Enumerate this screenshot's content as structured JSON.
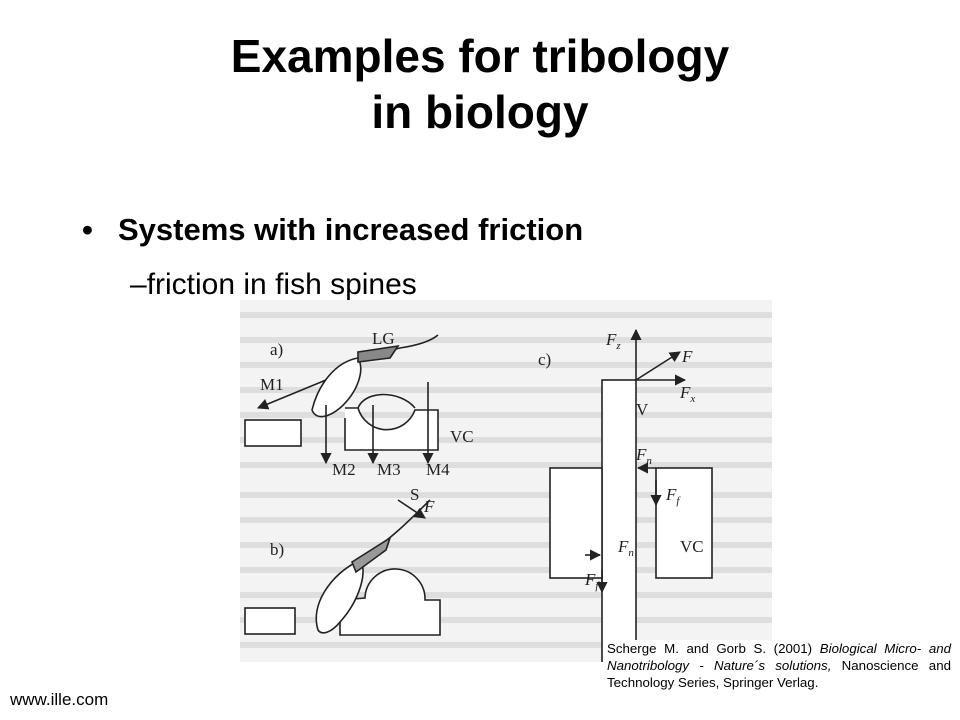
{
  "slide": {
    "title_line1": "Examples for tribology",
    "title_line2": "in biology",
    "bullet_main": "Systems with increased friction",
    "bullet_sub": "friction in fish spines",
    "bullet_marker": "•",
    "sub_marker": "–"
  },
  "figure": {
    "labels": {
      "a": "a)",
      "b": "b)",
      "c": "c)",
      "lg": "LG",
      "m1": "M1",
      "m2": "M2",
      "m3": "M3",
      "m4": "M4",
      "vc_a": "VC",
      "vc_c": "VC",
      "s": "S",
      "f_b": "F",
      "fz": "F",
      "fz_sub": "z",
      "f_c": "F",
      "fx": "F",
      "fx_sub": "x",
      "v": "V",
      "fn_top": "F",
      "fn_top_sub": "n",
      "ff_right": "F",
      "ff_right_sub": "f",
      "fn_bottom": "F",
      "fn_bottom_sub": "n",
      "ff_left": "F",
      "ff_left_sub": "f"
    }
  },
  "citation": {
    "authors": "Scherge M. and Gorb S. (2001)",
    "book_title": "Biological Micro- and Nanotribology - Nature´s solutions,",
    "series": "Nanoscience and Technology Series, Springer Verlag."
  },
  "footer": {
    "site": "www.ille.com"
  }
}
